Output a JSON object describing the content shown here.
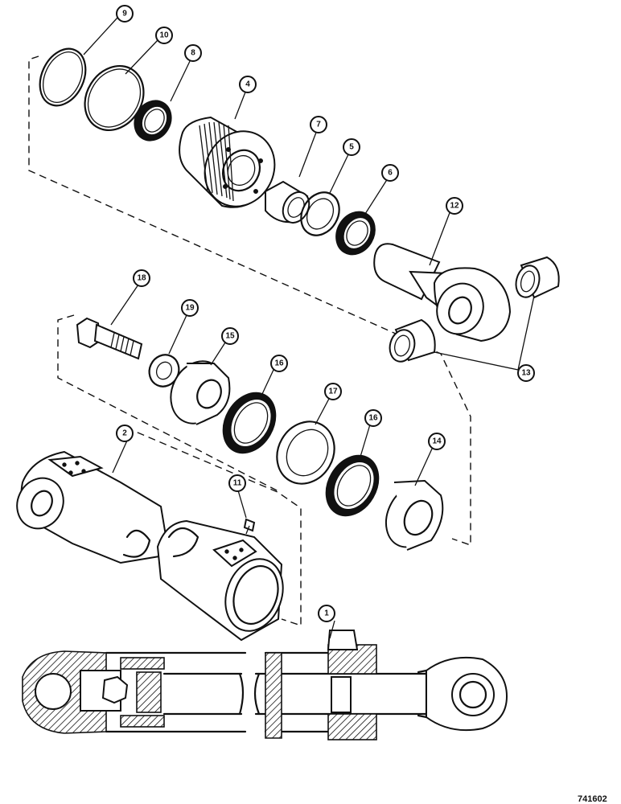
{
  "figure_code": "741602",
  "callouts": [
    {
      "id": "c9",
      "label": "9"
    },
    {
      "id": "c10",
      "label": "10"
    },
    {
      "id": "c8",
      "label": "8"
    },
    {
      "id": "c4",
      "label": "4"
    },
    {
      "id": "c7",
      "label": "7"
    },
    {
      "id": "c5",
      "label": "5"
    },
    {
      "id": "c6",
      "label": "6"
    },
    {
      "id": "c12",
      "label": "12"
    },
    {
      "id": "c18",
      "label": "18"
    },
    {
      "id": "c19",
      "label": "19"
    },
    {
      "id": "c15",
      "label": "15"
    },
    {
      "id": "c16a",
      "label": "16"
    },
    {
      "id": "c17",
      "label": "17"
    },
    {
      "id": "c16b",
      "label": "16"
    },
    {
      "id": "c14",
      "label": "14"
    },
    {
      "id": "c13",
      "label": "13"
    },
    {
      "id": "c2",
      "label": "2"
    },
    {
      "id": "c11",
      "label": "11"
    },
    {
      "id": "c1",
      "label": "1"
    }
  ]
}
